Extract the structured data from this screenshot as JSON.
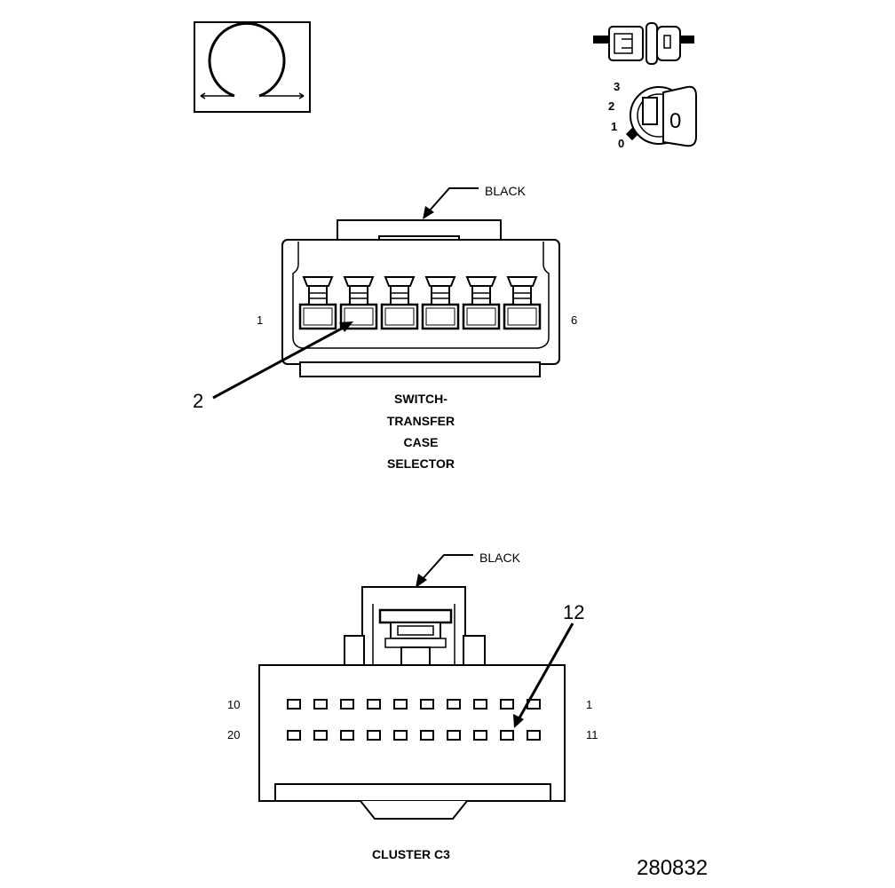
{
  "switch_connector": {
    "color_label": "BLACK",
    "pin_first": "1",
    "pin_last": "6",
    "callout": "2",
    "title_lines": [
      "SWITCH-",
      "TRANSFER",
      "CASE",
      "SELECTOR"
    ]
  },
  "cluster_connector": {
    "color_label": "BLACK",
    "row1_left": "10",
    "row1_right": "1",
    "row2_left": "20",
    "row2_right": "11",
    "callout": "12",
    "title": "CLUSTER C3"
  },
  "key_switch": {
    "positions": [
      "3",
      "2",
      "1",
      "0"
    ],
    "key_letter": "0"
  },
  "document_id": "280832"
}
